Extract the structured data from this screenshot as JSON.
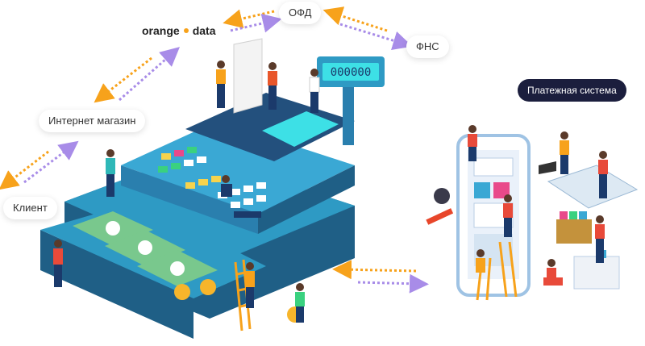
{
  "nodes": {
    "ofd": "ОФД",
    "fns": "ФНС",
    "logo_left": "orange",
    "logo_right": "data",
    "shop": "Интернет магазин",
    "client": "Клиент",
    "payment": "Платежная система"
  },
  "register_display": "000000",
  "colors": {
    "orange_arrow": "#f7a21b",
    "purple_arrow": "#a88ce8",
    "register_body": "#2e9ac4",
    "register_dark": "#1f5f86",
    "screen": "#3de0e6",
    "payment_pill": "#1b1e3d"
  }
}
